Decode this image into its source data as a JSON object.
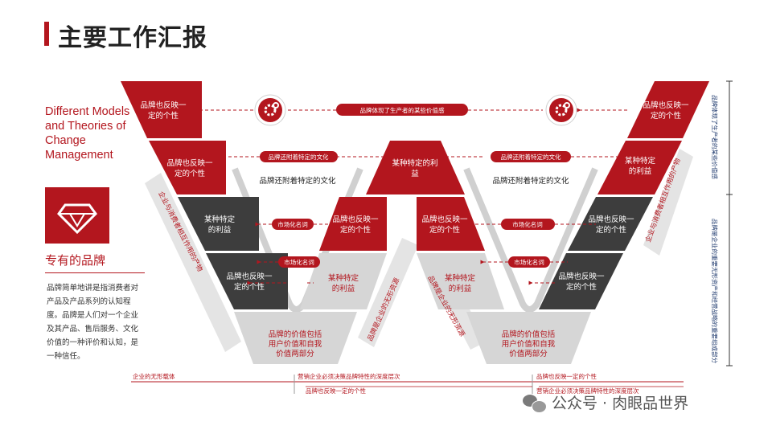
{
  "title": "主要工作汇报",
  "english_title": "Different Models and Theories of Change Management",
  "brand_label": "专有的品牌",
  "brand_desc": "品牌简单地讲是指消费者对产品及产品系列的认知程度。品牌是人们对一个企业及其产品、售后服务、文化价值的一种评价和认知，是一种信任。",
  "icons": {
    "brand_icon": "diamond-icon",
    "gear_icon": "gear-icon"
  },
  "colors": {
    "red": "#b3161e",
    "dark": "#3d3d3d",
    "gray": "#d6d6d6",
    "arrow": "#e4e4e4"
  },
  "left_v": {
    "r1": "品牌也反映一定的个性",
    "r2": "品牌也反映一定的个性",
    "r3": "某种特定的利益",
    "r4": "品牌也反映一定的个性",
    "bottom": "品牌的价值包括用户价值和自我价值两部分",
    "inner_right_1": "品牌也反映一定的个性",
    "inner_right_2": "某种特定的利益"
  },
  "mid": {
    "top": "某种特定的利益"
  },
  "right_v": {
    "r1": "品牌也反映一定的个性",
    "r2": "某种特定的利益",
    "r3": "品牌也反映一定的个性",
    "r4": "品牌也反映一定的个性",
    "bottom": "品牌的价值包括用户价值和自我价值两部分",
    "inner_left_1": "品牌也反映一定的个性",
    "inner_left_2": "某种特定的利益"
  },
  "pills": {
    "top": "品牌体现了生产者的某些价值感",
    "culture_left": "品牌还附着特定的文化",
    "culture_right": "品牌还附着特定的文化",
    "market_1": "市场化名词",
    "market_2": "市场化名词",
    "market_3": "市场化名词",
    "market_4": "市场化名词"
  },
  "texts": {
    "culture_left": "品牌还附着特定的文化",
    "culture_right": "品牌还附着特定的文化"
  },
  "diag_labels": {
    "left": "企业与消费者相互作用的产物",
    "mid_left": "品牌是企业的无形资源",
    "mid_right": "品牌是企业的无形资源",
    "right": "企业与消费者相互作用的产物"
  },
  "side": {
    "top": "品牌体现了生产者的某些价值感",
    "bottom": "品牌是企业的重要无形资产和经营战略的重要组成部分"
  },
  "timeline": {
    "a": "企业的无形载体",
    "b": "营销企业必须决策品牌特性的深度层次",
    "c": "品牌也反映一定的个性",
    "d": "品牌也反映一定的个性",
    "e": "营销企业必须决策品牌特性的深度层次"
  },
  "watermark": "公众号 · 肉眼品世界"
}
